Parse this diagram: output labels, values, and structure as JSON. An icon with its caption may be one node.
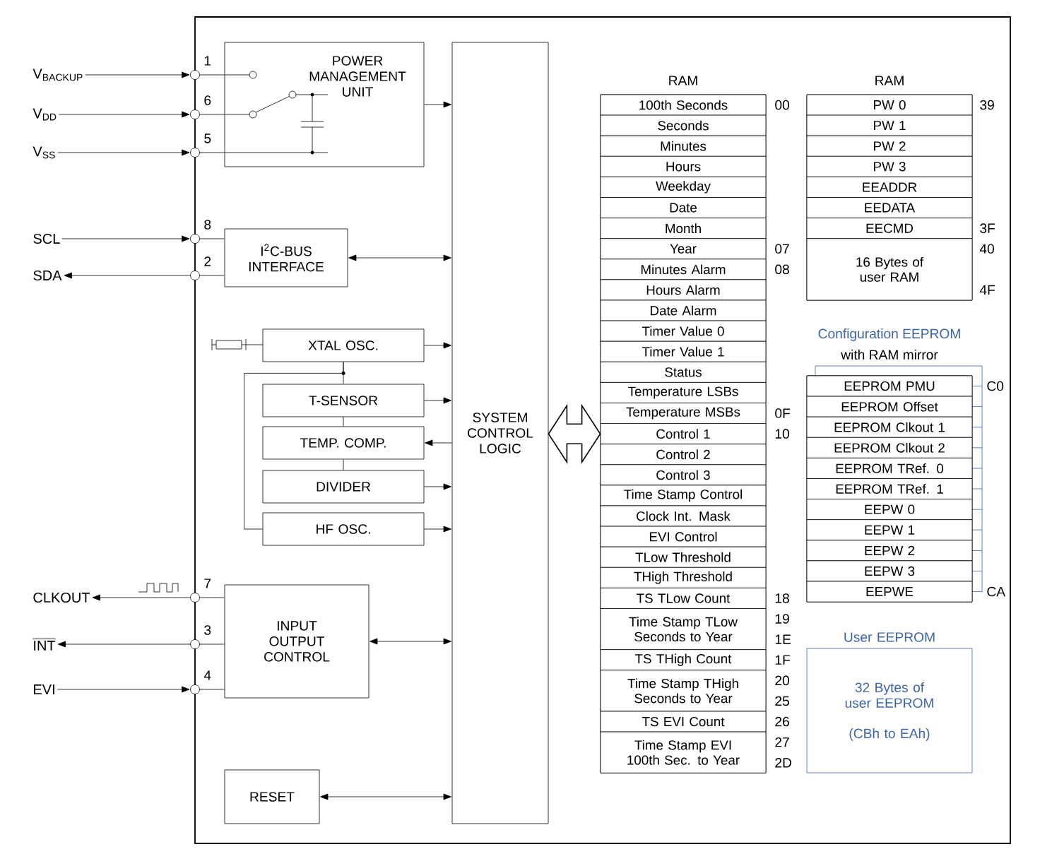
{
  "diagram": {
    "nodes": [
      {
        "text": [
          "V$_{BACKUP}$"
        ]
      },
      {
        "text": [
          "V$_{DD}$"
        ]
      },
      {
        "text": [
          "V$_{SS}$"
        ]
      },
      {
        "text": [
          "SCL"
        ]
      },
      {
        "text": [
          "SDA"
        ]
      },
      {
        "text": [
          "CLKOUT"
        ]
      },
      {
        "text": [
          "INT"
        ]
      },
      {
        "text": [
          "EVI"
        ]
      },
      {
        "text": [],
        "shape": "circle",
        "beside": [
          "1"
        ]
      },
      {
        "text": [],
        "shape": "circle",
        "beside": [
          "6"
        ]
      },
      {
        "text": [],
        "shape": "circle",
        "beside": [
          "5"
        ]
      },
      {
        "text": [],
        "shape": "circle",
        "beside": [
          "8"
        ]
      },
      {
        "text": [],
        "shape": "circle",
        "beside": [
          "2"
        ]
      },
      {
        "text": [],
        "shape": "circle",
        "beside": [
          "7"
        ]
      },
      {
        "text": [],
        "shape": "circle",
        "beside": [
          "3"
        ]
      },
      {
        "text": [],
        "shape": "circle",
        "beside": [
          "4"
        ]
      },
      {
        "text": [
          "POWER MANAGEMENT UNIT"
        ]
      },
      {
        "text": [
          "I$^{2}$C-BUS INTERFACE"
        ]
      },
      {
        "text": [
          "XTAL OSC."
        ]
      },
      {
        "text": [
          "T-SENSOR"
        ]
      },
      {
        "text": [
          "TEMP. COMP."
        ]
      },
      {
        "text": [
          "DIVIDER"
        ]
      },
      {
        "text": [
          "HF OSC."
        ]
      },
      {
        "text": [
          "INPUT OUTPUT CONTROL"
        ]
      },
      {
        "text": [
          "RESET"
        ]
      },
      {
        "text": [
          "SYSTEM CONTROL LOGIC"
        ]
      },
      {
        "text": [
          "RAM"
        ]
      },
      {
        "text": [
          "100th Seconds"
        ],
        "in": 26,
        "beside": [
          "00"
        ]
      },
      {
        "text": [
          "Seconds"
        ],
        "in": 26
      },
      {
        "text": [
          "Minutes"
        ],
        "in": 26
      },
      {
        "text": [
          "Hours"
        ],
        "in": 26
      },
      {
        "text": [
          "Weekday"
        ],
        "in": 26
      },
      {
        "text": [
          "Date"
        ],
        "in": 26
      },
      {
        "text": [
          "Month"
        ],
        "in": 26
      },
      {
        "text": [
          "Year"
        ],
        "in": 26,
        "beside": [
          "07"
        ]
      },
      {
        "text": [
          "Minutes Alarm"
        ],
        "in": 26,
        "beside": [
          "08"
        ]
      },
      {
        "text": [
          "Hours Alarm"
        ],
        "in": 26
      },
      {
        "text": [
          "Date Alarm"
        ],
        "in": 26
      },
      {
        "text": [
          "Timer Value 0"
        ],
        "in": 26
      },
      {
        "text": [
          "Timer Value 1"
        ],
        "in": 26
      },
      {
        "text": [
          "Status"
        ],
        "in": 26
      },
      {
        "text": [
          "Temperature LSBs"
        ],
        "in": 26
      },
      {
        "text": [
          "Temperature MSBs"
        ],
        "in": 26,
        "beside": [
          "0F"
        ]
      },
      {
        "text": [
          "Control 1"
        ],
        "in": 26,
        "beside": [
          "10"
        ]
      },
      {
        "text": [
          "Control 2"
        ],
        "in": 26
      },
      {
        "text": [
          "Control 3"
        ],
        "in": 26
      },
      {
        "text": [
          "Time Stamp Control"
        ],
        "in": 26
      },
      {
        "text": [
          "Clock Int. Mask"
        ],
        "in": 26
      },
      {
        "text": [
          "EVI Control"
        ],
        "in": 26
      },
      {
        "text": [
          "TLow Threshold"
        ],
        "in": 26
      },
      {
        "text": [
          "THigh Threshold"
        ],
        "in": 26
      },
      {
        "text": [
          "TS TLow Count"
        ],
        "in": 26,
        "beside": [
          "18"
        ]
      },
      {
        "text": [
          "Time Stamp TLow Seconds to Year"
        ],
        "in": 26,
        "beside": [
          "19",
          "1E"
        ]
      },
      {
        "text": [
          "TS THigh Count"
        ],
        "in": 26,
        "beside": [
          "1F"
        ]
      },
      {
        "text": [
          "Time Stamp THigh Seconds to Year"
        ],
        "in": 26,
        "beside": [
          "20",
          "25"
        ]
      },
      {
        "text": [
          "TS EVI Count"
        ],
        "in": 26,
        "beside": [
          "26"
        ]
      },
      {
        "text": [
          "Time Stamp EVI 100th Sec. to Year"
        ],
        "in": 26,
        "beside": [
          "27",
          "2D"
        ]
      },
      {
        "text": [
          "RAM"
        ]
      },
      {
        "text": [
          "PW 0"
        ],
        "in": 57,
        "beside": [
          "39"
        ]
      },
      {
        "text": [
          "PW 1"
        ],
        "in": 57
      },
      {
        "text": [
          "PW 2"
        ],
        "in": 57
      },
      {
        "text": [
          "PW 3"
        ],
        "in": 57
      },
      {
        "text": [
          "EEADDR"
        ],
        "in": 57
      },
      {
        "text": [
          "EEDATA"
        ],
        "in": 57
      },
      {
        "text": [
          "EECMD"
        ],
        "in": 57,
        "beside": [
          "3F"
        ]
      },
      {
        "text": [
          "16 Bytes of user RAM"
        ],
        "in": 57,
        "beside": [
          "40",
          "4F"
        ]
      },
      {
        "text": [
          "Configuration EEPROM",
          "with RAM mirror"
        ]
      },
      {
        "text": [
          "EEPROM PMU"
        ],
        "in": 66,
        "beside": [
          "C0"
        ]
      },
      {
        "text": [
          "EEPROM Offset"
        ],
        "in": 66
      },
      {
        "text": [
          "EEPROM Clkout 1"
        ],
        "in": 66
      },
      {
        "text": [
          "EEPROM Clkout 2"
        ],
        "in": 66
      },
      {
        "text": [
          "EEPROM TRef. 0"
        ],
        "in": 66
      },
      {
        "text": [
          "EEPROM TRef. 1"
        ],
        "in": 66
      },
      {
        "text": [
          "EEPW 0"
        ],
        "in": 66
      },
      {
        "text": [
          "EEPW 1"
        ],
        "in": 66
      },
      {
        "text": [
          "EEPW 2"
        ],
        "in": 66
      },
      {
        "text": [
          "EEPW 3"
        ],
        "in": 66
      },
      {
        "text": [
          "EEPWE"
        ],
        "in": 66,
        "beside": [
          "CA"
        ]
      },
      {
        "text": [
          "User EEPROM",
          "32 Bytes of user EEPROM",
          "(CBh to EAh)"
        ]
      }
    ],
    "edges": [
      {
        "from": 0,
        "to": 8,
        "arrow": "to"
      },
      {
        "from": 1,
        "to": 9,
        "arrow": "to"
      },
      {
        "from": 2,
        "to": 10,
        "arrow": "to"
      },
      {
        "from": 3,
        "to": 11,
        "arrow": "to"
      },
      {
        "from": 12,
        "to": 4,
        "arrow": "to"
      },
      {
        "from": 13,
        "to": 5,
        "arrow": "to"
      },
      {
        "from": 14,
        "to": 6,
        "arrow": "to"
      },
      {
        "from": 7,
        "to": 15,
        "arrow": "to"
      },
      {
        "from": 8,
        "to": 16,
        "arrow": "none"
      },
      {
        "from": 9,
        "to": 16,
        "arrow": "none"
      },
      {
        "from": 10,
        "to": 16,
        "arrow": "none"
      },
      {
        "from": 11,
        "to": 17,
        "arrow": "none"
      },
      {
        "from": 12,
        "to": 17,
        "arrow": "none"
      },
      {
        "from": 13,
        "to": 23,
        "arrow": "none"
      },
      {
        "from": 14,
        "to": 23,
        "arrow": "none"
      },
      {
        "from": 15,
        "to": 23,
        "arrow": "none"
      },
      {
        "from": 16,
        "to": 25,
        "arrow": "to"
      },
      {
        "from": 17,
        "to": 25,
        "arrow": "both"
      },
      {
        "from": 18,
        "to": 25,
        "arrow": "to"
      },
      {
        "from": 19,
        "to": 25,
        "arrow": "to"
      },
      {
        "from": 25,
        "to": 20,
        "arrow": "to"
      },
      {
        "from": 21,
        "to": 25,
        "arrow": "to"
      },
      {
        "from": 22,
        "to": 25,
        "arrow": "to"
      },
      {
        "from": 23,
        "to": 25,
        "arrow": "both"
      },
      {
        "from": 24,
        "to": 25,
        "arrow": "both"
      },
      {
        "from": 25,
        "to": 26,
        "arrow": "both",
        "style": "thick"
      },
      {
        "from": 18,
        "to": 19,
        "arrow": "none"
      },
      {
        "from": 19,
        "to": 20,
        "arrow": "none"
      },
      {
        "from": 20,
        "to": 21,
        "arrow": "none"
      },
      {
        "from": 18,
        "to": 22,
        "arrow": "none"
      }
    ]
  }
}
